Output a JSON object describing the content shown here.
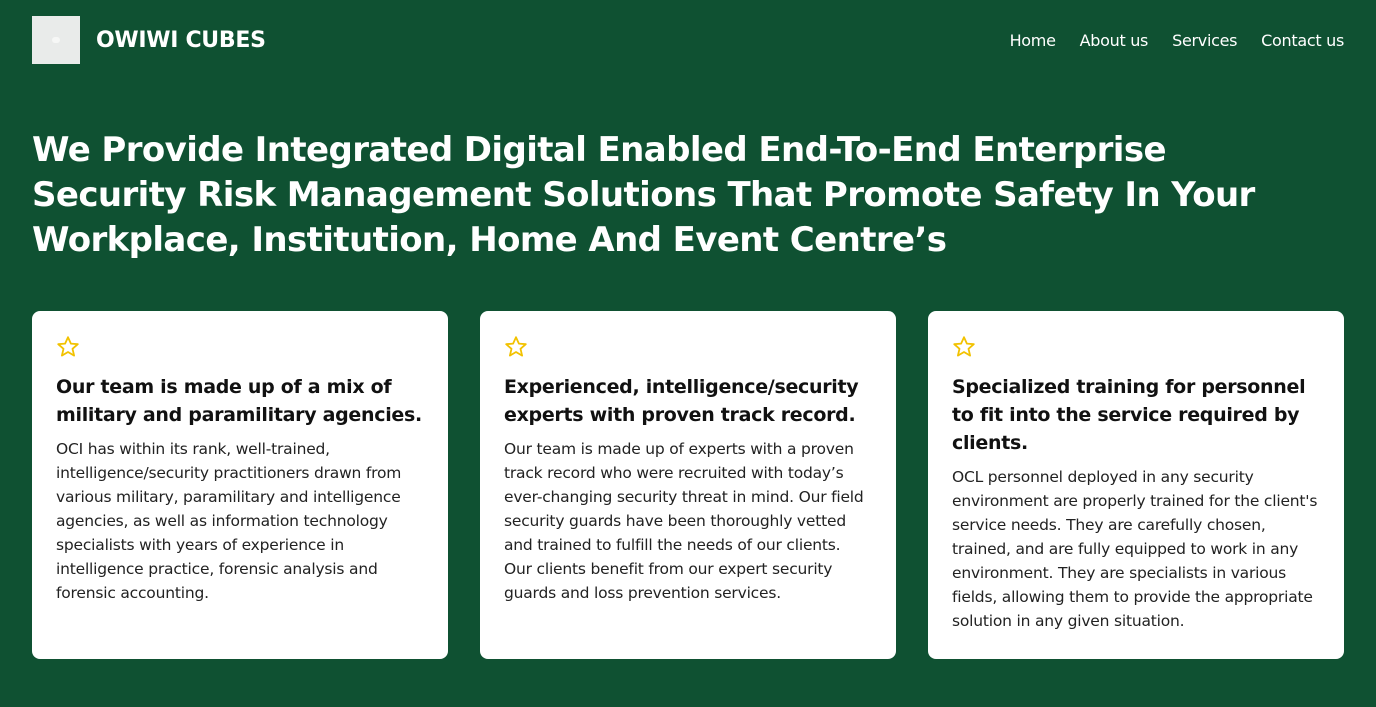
{
  "header": {
    "brand": "OWIWI CUBES",
    "nav": [
      {
        "label": "Home"
      },
      {
        "label": "About us"
      },
      {
        "label": "Services"
      },
      {
        "label": "Contact us"
      }
    ]
  },
  "hero": {
    "title": "We Provide Integrated Digital Enabled End-To-End Enterprise Security Risk Management Solutions That Promote Safety In Your Workplace, Institution, Home And Event Centre’s"
  },
  "cards": [
    {
      "icon": "star-icon",
      "title": "Our team is made up of a mix of military and paramilitary agencies.",
      "text": "OCI has within its rank, well-trained, intelligence/security practitioners drawn from various military, paramilitary and intelligence agencies, as well as information technology specialists with years of experience in intelligence practice, forensic analysis and forensic accounting."
    },
    {
      "icon": "star-icon",
      "title": "Experienced, intelligence/security experts with proven track record.",
      "text": "Our team is made up of experts with a proven track record who were recruited with today’s ever-changing security threat in mind. Our field security guards have been thoroughly vetted and trained to fulfill the needs of our clients. Our clients benefit from our expert security guards and loss prevention services."
    },
    {
      "icon": "star-icon",
      "title": "Specialized training for personnel to fit into the service required by clients.",
      "text": "OCL personnel deployed in any security environment are properly trained for the client's service needs. They are carefully chosen, trained, and are fully equipped to work in any environment. They are specialists in various fields, allowing them to provide the appropriate solution in any given situation."
    }
  ],
  "colors": {
    "background": "#0f5132",
    "card": "#ffffff",
    "star": "#f2c200"
  }
}
